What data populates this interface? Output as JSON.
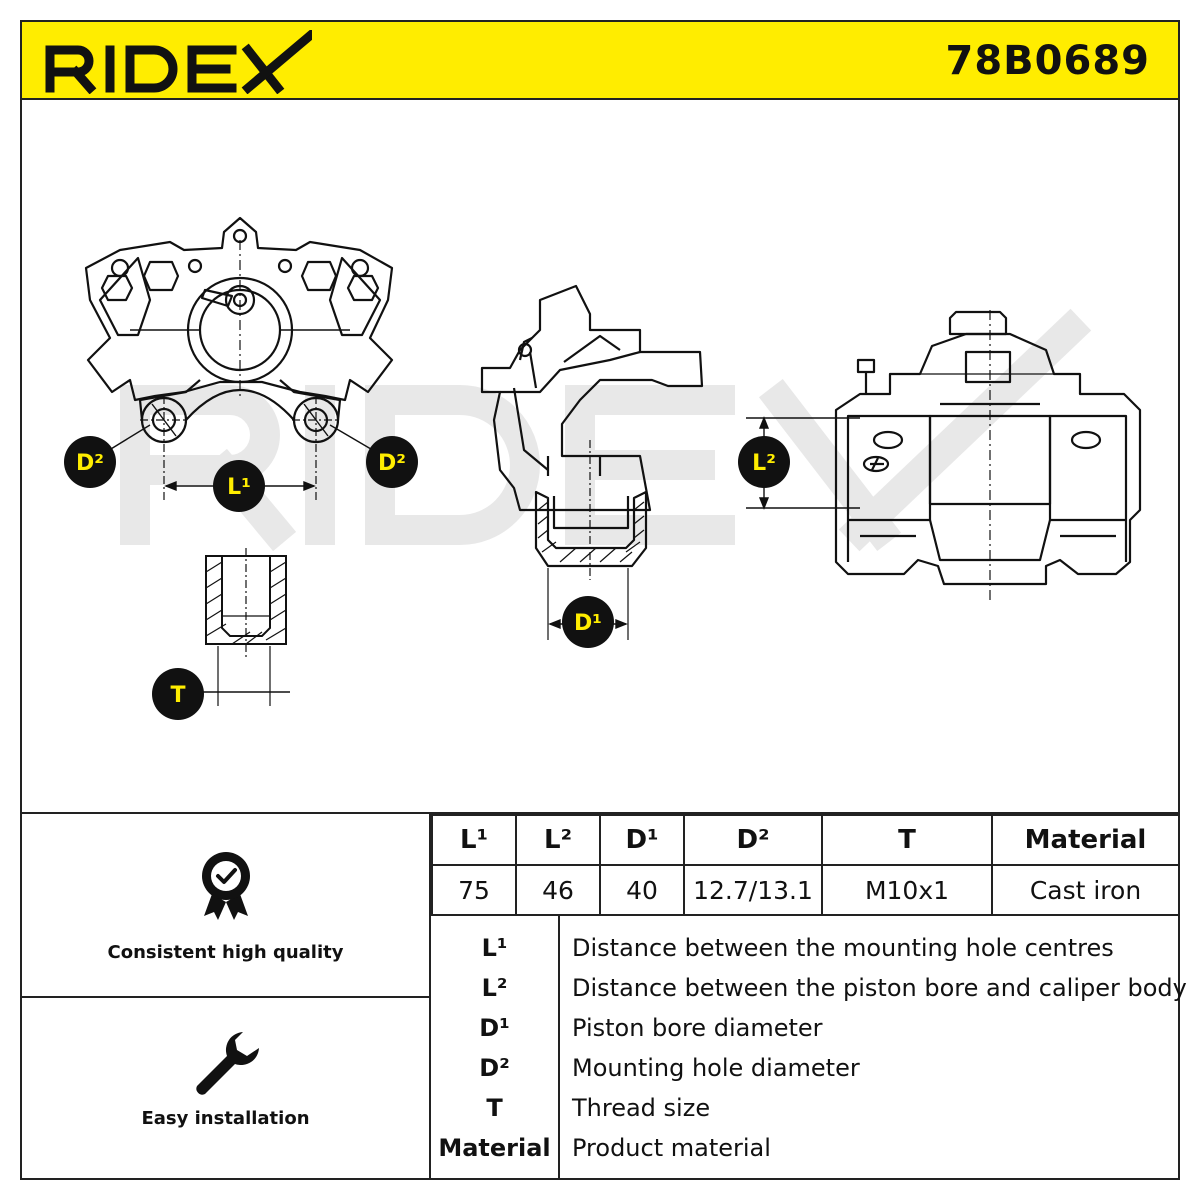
{
  "header": {
    "brand": "RIDEX",
    "part_number": "78B0689"
  },
  "drawing": {
    "watermark": "RIDEX",
    "badges": {
      "d2_left": "D²",
      "l1": "L¹",
      "d2_right": "D²",
      "t": "T",
      "d1": "D¹",
      "l2": "L²"
    }
  },
  "features": [
    {
      "label": "Consistent high quality",
      "icon": "quality-badge-icon"
    },
    {
      "label": "Easy installation",
      "icon": "wrench-icon"
    }
  ],
  "spec_table": {
    "headers": [
      "L¹",
      "L²",
      "D¹",
      "D²",
      "T",
      "Material"
    ],
    "values": [
      "75",
      "46",
      "40",
      "12.7/13.1",
      "M10x1",
      "Cast iron"
    ]
  },
  "legend": [
    {
      "code": "L¹",
      "description": "Distance between the mounting hole centres"
    },
    {
      "code": "L²",
      "description": "Distance between the piston bore and caliper body"
    },
    {
      "code": "D¹",
      "description": "Piston bore diameter"
    },
    {
      "code": "D²",
      "description": "Mounting hole diameter"
    },
    {
      "code": "T",
      "description": "Thread size"
    },
    {
      "code": "Material",
      "description": "Product material"
    }
  ],
  "colors": {
    "accent_yellow": "#ffed00",
    "badge_black": "#111111",
    "line": "#222222",
    "watermark": "#e6e6e6"
  }
}
